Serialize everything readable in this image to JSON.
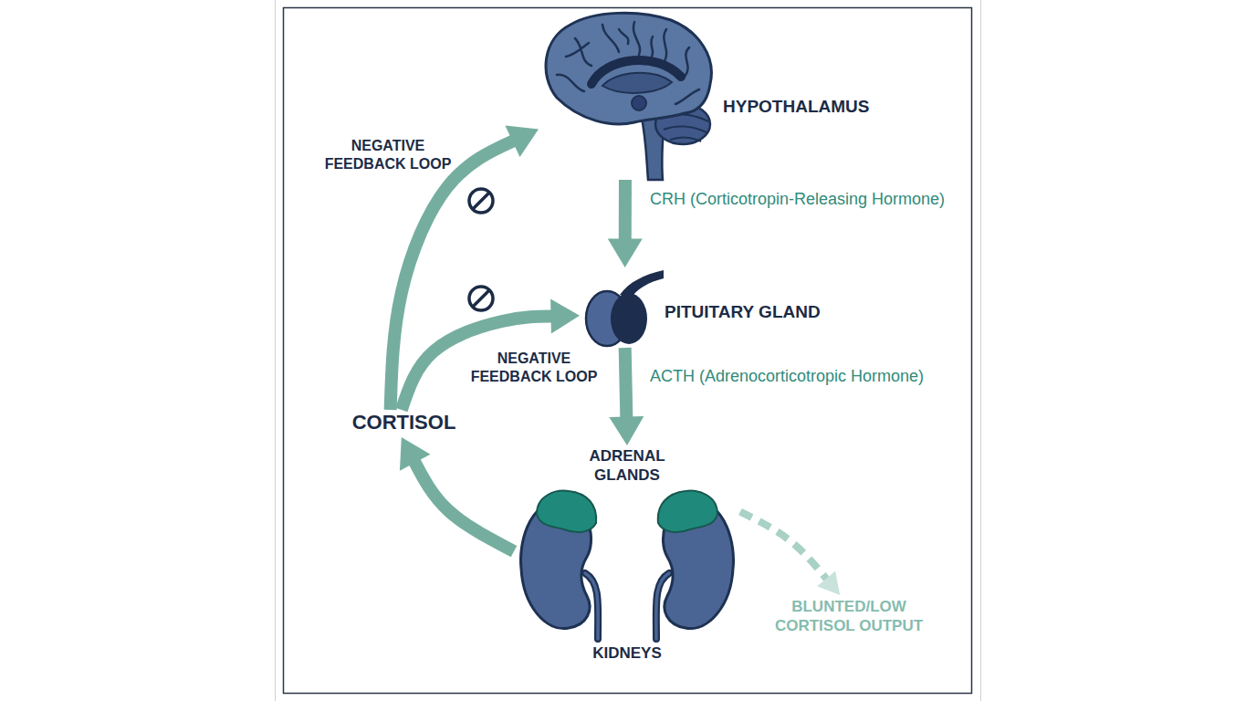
{
  "diagram": {
    "nodes": [
      {
        "text": [
          "HYPOTHALAMUS"
        ]
      },
      {
        "text": [
          "PITUITARY GLAND"
        ]
      },
      {
        "text": [
          "ADRENAL GLANDS",
          "KIDNEYS"
        ]
      },
      {
        "text": [
          "CORTISOL"
        ]
      },
      {
        "text": [
          "BLUNTED/LOW CORTISOL OUTPUT"
        ]
      }
    ],
    "edges": [
      {
        "from": 0,
        "to": 1,
        "label": "CRH (Corticotropin-Releasing Hormone)",
        "arrow": "to"
      },
      {
        "from": 1,
        "to": 2,
        "label": "ACTH (Adrenocorticotropic Hormone)",
        "arrow": "to"
      },
      {
        "from": 2,
        "to": 3,
        "arrow": "to"
      },
      {
        "from": 3,
        "to": 0,
        "label": "NEGATIVE FEEDBACK LOOP",
        "arrow": "to"
      },
      {
        "from": 3,
        "to": 1,
        "label": "NEGATIVE FEEDBACK LOOP",
        "arrow": "to"
      },
      {
        "from": 2,
        "to": 4,
        "arrow": "to"
      }
    ]
  }
}
